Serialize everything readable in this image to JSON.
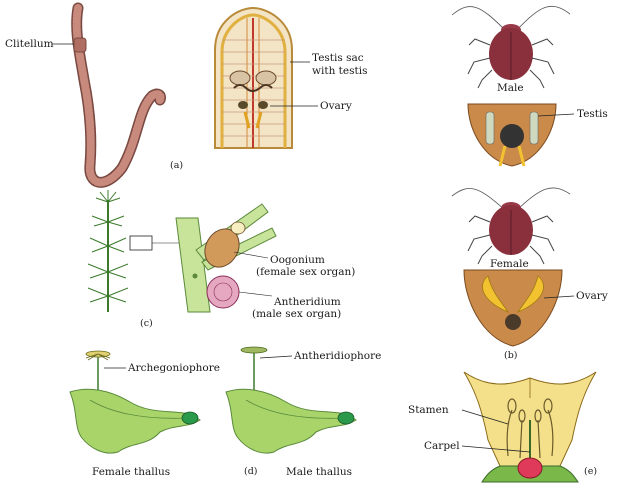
{
  "panel_a": {
    "label": "(a)",
    "clitellum": "Clitellum",
    "testis_sac_line1": "Testis sac",
    "testis_sac_line2": "with testis",
    "ovary": "Ovary"
  },
  "panel_b": {
    "label": "(b)",
    "male": "Male",
    "testis": "Testis",
    "female": "Female",
    "ovary": "Ovary"
  },
  "panel_c": {
    "label": "(c)",
    "oogonium_line1": "Oogonium",
    "oogonium_line2": "(female sex organ)",
    "antheridium_line1": "Antheridium",
    "antheridium_line2": "(male sex organ)"
  },
  "panel_d": {
    "label": "(d)",
    "archegoniophore": "Archegoniophore",
    "antheridiophore": "Antheridiophore",
    "female_thallus": "Female thallus",
    "male_thallus": "Male thallus"
  },
  "panel_e": {
    "label": "(e)",
    "stamen": "Stamen",
    "carpel": "Carpel"
  },
  "colors": {
    "earthworm": "#c98a7e",
    "cockroach": "#8a2f3c",
    "thallus": "#a8d46a",
    "flower": "#f4e08a",
    "chara": "#c8e39a",
    "ovary_yellow": "#f2c230"
  }
}
